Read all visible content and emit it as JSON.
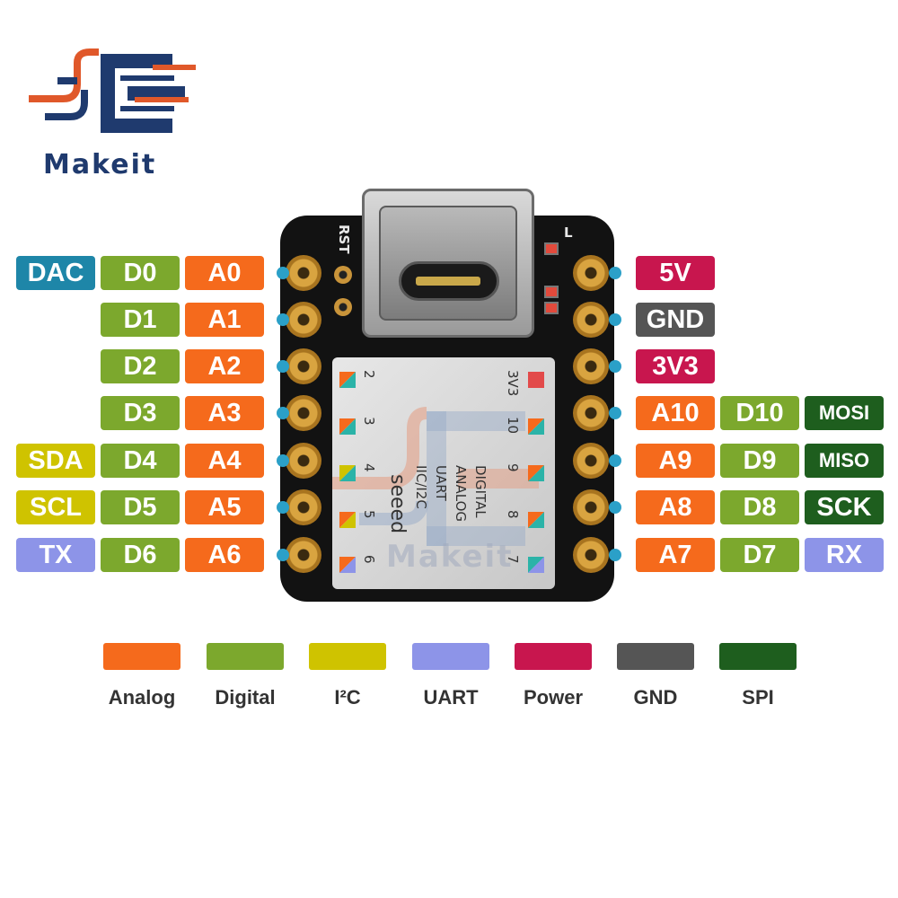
{
  "logo": {
    "text": "Makeit"
  },
  "watermark": "Makeit",
  "colors": {
    "analog": "#f56a1c",
    "digital": "#7ca82d",
    "i2c": "#cfc300",
    "uart": "#8d94e8",
    "power": "#c8164e",
    "gnd": "#555555",
    "spi": "#1e5e1e",
    "dac": "#1e86a8"
  },
  "left_pins": {
    "row0": {
      "dac": "DAC",
      "digital": "D0",
      "analog": "A0"
    },
    "row1": {
      "digital": "D1",
      "analog": "A1"
    },
    "row2": {
      "digital": "D2",
      "analog": "A2"
    },
    "row3": {
      "digital": "D3",
      "analog": "A3"
    },
    "row4": {
      "i2c": "SDA",
      "digital": "D4",
      "analog": "A4"
    },
    "row5": {
      "i2c": "SCL",
      "digital": "D5",
      "analog": "A5"
    },
    "row6": {
      "uart": "TX",
      "digital": "D6",
      "analog": "A6"
    }
  },
  "right_pins": {
    "row0": {
      "power": "5V"
    },
    "row1": {
      "gnd": "GND"
    },
    "row2": {
      "power": "3V3"
    },
    "row3": {
      "analog": "A10",
      "digital": "D10",
      "spi": "MOSI"
    },
    "row4": {
      "analog": "A9",
      "digital": "D9",
      "spi": "MISO"
    },
    "row5": {
      "analog": "A8",
      "digital": "D8",
      "spi": "SCK"
    },
    "row6": {
      "analog": "A7",
      "digital": "D7",
      "uart": "RX"
    }
  },
  "board": {
    "rst": "RST",
    "led_label": "L",
    "shield_brand": "seeed",
    "shield_modes": [
      "IIC/I2C",
      "UART",
      "ANALOG",
      "DIGITAL"
    ],
    "shield_left_numbers": [
      "2",
      "3",
      "4",
      "5",
      "6"
    ],
    "shield_right_numbers": [
      "3V3",
      "10",
      "9",
      "8",
      "7"
    ]
  },
  "legend": [
    {
      "label": "Analog",
      "color": "#f56a1c"
    },
    {
      "label": "Digital",
      "color": "#7ca82d"
    },
    {
      "label": "I²C",
      "color": "#cfc300"
    },
    {
      "label": "UART",
      "color": "#8d94e8"
    },
    {
      "label": "Power",
      "color": "#c8164e"
    },
    {
      "label": "GND",
      "color": "#555555"
    },
    {
      "label": "SPI",
      "color": "#1e5e1e"
    }
  ]
}
